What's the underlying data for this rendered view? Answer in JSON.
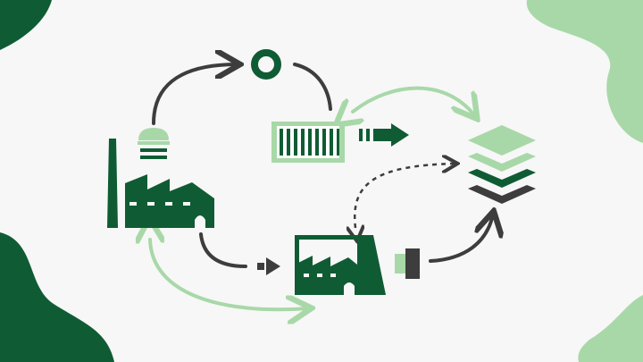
{
  "colors": {
    "background": "#f7f7f7",
    "dark_green": "#0f5c34",
    "light_green": "#a8d8a8",
    "dark_gray": "#3d3d3d"
  },
  "icons": [
    "ring-icon",
    "factory-icon",
    "safety-helmet-icon",
    "cargo-container-icon",
    "forward-arrow-icon",
    "layers-stack-icon",
    "warehouse-factory-icon",
    "connector-block-icon"
  ],
  "connections": [
    {
      "from": "factory-icon",
      "to": "ring-icon",
      "style": "solid",
      "color": "dark_gray"
    },
    {
      "from": "ring-icon",
      "to": "cargo-container-icon",
      "style": "solid",
      "color": "dark_gray"
    },
    {
      "from": "cargo-container-icon",
      "to": "layers-stack-icon",
      "style": "bidirectional",
      "color": "light_green"
    },
    {
      "from": "warehouse-factory-icon",
      "to": "layers-stack-icon",
      "style": "dashed-bidirectional",
      "color": "dark_gray"
    },
    {
      "from": "factory-icon",
      "to": "warehouse-factory-icon",
      "style": "solid",
      "color": "dark_gray"
    },
    {
      "from": "factory-icon",
      "to": "warehouse-factory-icon",
      "style": "bidirectional",
      "color": "light_green"
    },
    {
      "from": "connector-block-icon",
      "to": "layers-stack-icon",
      "style": "solid",
      "color": "dark_gray"
    }
  ]
}
